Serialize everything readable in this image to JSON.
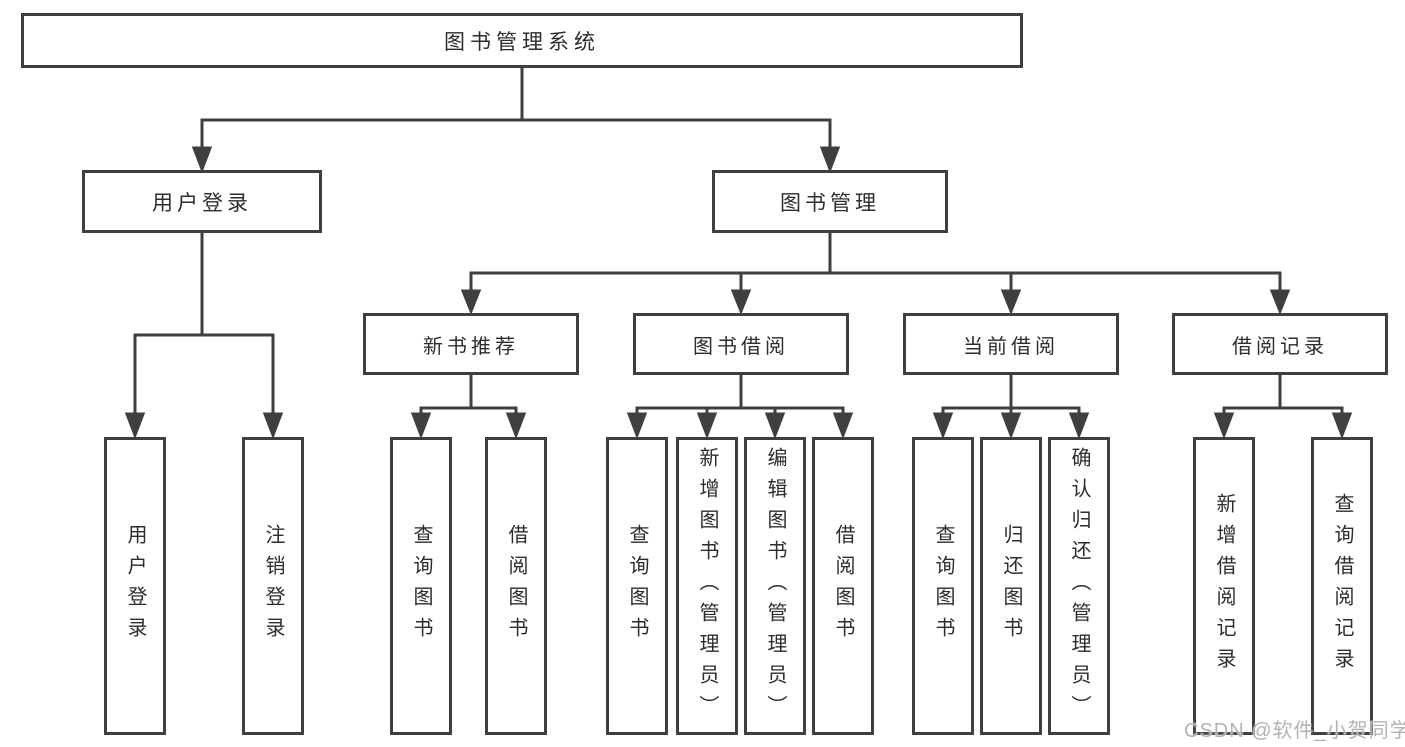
{
  "diagram": {
    "type": "hierarchy",
    "root": {
      "label": "图书管理系统"
    },
    "level2": [
      {
        "label": "用户登录",
        "parent": "图书管理系统"
      },
      {
        "label": "图书管理",
        "parent": "图书管理系统"
      }
    ],
    "level3": [
      {
        "label": "新书推荐",
        "parent": "图书管理"
      },
      {
        "label": "图书借阅",
        "parent": "图书管理"
      },
      {
        "label": "当前借阅",
        "parent": "图书管理"
      },
      {
        "label": "借阅记录",
        "parent": "图书管理"
      }
    ],
    "leaves": [
      {
        "label": "用户登录",
        "parent": "用户登录"
      },
      {
        "label": "注销登录",
        "parent": "用户登录"
      },
      {
        "label": "查询图书",
        "parent": "新书推荐"
      },
      {
        "label": "借阅图书",
        "parent": "新书推荐"
      },
      {
        "label": "查询图书",
        "parent": "图书借阅"
      },
      {
        "label": "新增图书（管理员）",
        "parent": "图书借阅"
      },
      {
        "label": "编辑图书（管理员）",
        "parent": "图书借阅"
      },
      {
        "label": "借阅图书",
        "parent": "图书借阅"
      },
      {
        "label": "查询图书",
        "parent": "当前借阅"
      },
      {
        "label": "归还图书",
        "parent": "当前借阅"
      },
      {
        "label": "确认归还（管理员）",
        "parent": "当前借阅"
      },
      {
        "label": "新增借阅记录",
        "parent": "借阅记录"
      },
      {
        "label": "查询借阅记录",
        "parent": "借阅记录"
      }
    ],
    "watermark": "CSDN @软件_小贺同学",
    "colors": {
      "line": "#3f3f41",
      "text": "#2d2d2f",
      "watermark": "#b3b3b3",
      "box_fill": "#ffffff",
      "background": "#ffffff"
    }
  }
}
